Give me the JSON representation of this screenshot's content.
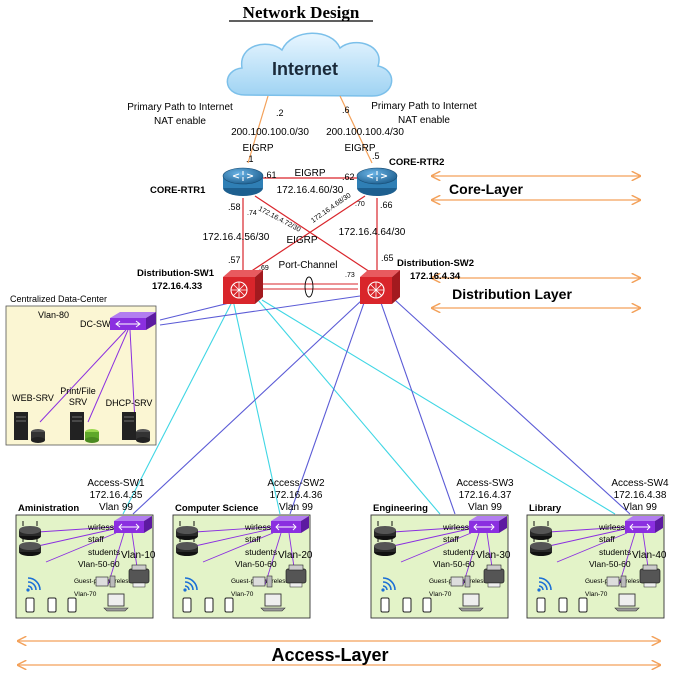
{
  "title": "Network Design",
  "internet": {
    "label": "Internet",
    "octet_left": ".2",
    "octet_right": ".6",
    "path_left": [
      "Primary Path to Internet",
      "NAT enable"
    ],
    "path_right": [
      "Primary Path to Internet",
      "NAT enable"
    ],
    "subnet_left": "200.100.100.0/30",
    "subnet_right": "200.100.100.4/30",
    "eigrp_left": "EIGRP",
    "eigrp_right": "EIGRP"
  },
  "core": {
    "rtr1": {
      "name": "CORE-RTR1",
      "top": ".1",
      "right": ".61",
      "bottom_left": ".58",
      "bottom_right": ".74"
    },
    "rtr2": {
      "name": "CORE-RTR2",
      "top": ".5",
      "left": ".62",
      "bottom_left": ".70",
      "bottom_right": ".66"
    },
    "link_protocol": "EIGRP",
    "link_subnet": "172.16.4.60/30",
    "cross_left": "172.16.4.72/30",
    "cross_right": "172.16.4.68/30",
    "cross_protocol": "EIGRP",
    "left_subnet": "172.16.4.56/30",
    "right_subnet": "172.16.4.64/30",
    "layer_label": "Core-Layer"
  },
  "distribution": {
    "sw1": {
      "name": "Distribution-SW1",
      "ip": "172.16.4.33",
      "top": ".57",
      "right": ".69"
    },
    "sw2": {
      "name": "Distribution-SW2",
      "ip": "172.16.4.34",
      "top": ".65",
      "left": ".73"
    },
    "port_channel": "Port-Channel",
    "layer_label": "Distribution Layer"
  },
  "datacenter": {
    "title": "Centralized Data-Center",
    "vlan": "Vlan-80",
    "switch": "DC-SW",
    "servers": [
      "WEB-SRV",
      "Print/File SRV",
      "DHCP-SRV"
    ]
  },
  "access": {
    "switches": [
      {
        "name": "Access-SW1",
        "ip": "172.16.4.35",
        "vlan": "Vlan 99",
        "dept": "Aministration",
        "vlan_tag": "Vlan-10"
      },
      {
        "name": "Access-SW2",
        "ip": "172.16.4.36",
        "vlan": "Vlan 99",
        "dept": "Computer Science",
        "vlan_tag": "Vlan-20"
      },
      {
        "name": "Access-SW3",
        "ip": "172.16.4.37",
        "vlan": "Vlan 99",
        "dept": "Engineering",
        "vlan_tag": "Vlan-30"
      },
      {
        "name": "Access-SW4",
        "ip": "172.16.4.38",
        "vlan": "Vlan 99",
        "dept": "Library",
        "vlan_tag": "Vlan-40"
      }
    ],
    "lan_labels": {
      "wireless": "wirless",
      "staff": "staff",
      "students": "students",
      "vlan_5060": "Vlan-50-60",
      "guest": "Guest-pc & wireless",
      "vlan_70": "Vlan-70"
    },
    "layer_label": "Access-Layer"
  },
  "colors": {
    "router": "#2f7fb5",
    "dist_switch": "#d9252b",
    "access_switch": "#8b2fe0",
    "link_red": "#d9252b",
    "link_cyan": "#3fd6e4",
    "link_blue": "#5b5bd6",
    "link_purple": "#8b2fe0",
    "link_orange": "#f3a15a",
    "box_green": "#e3f3c8",
    "box_yellow": "#fbf6d3",
    "arrow_orange": "#f3a15a"
  }
}
